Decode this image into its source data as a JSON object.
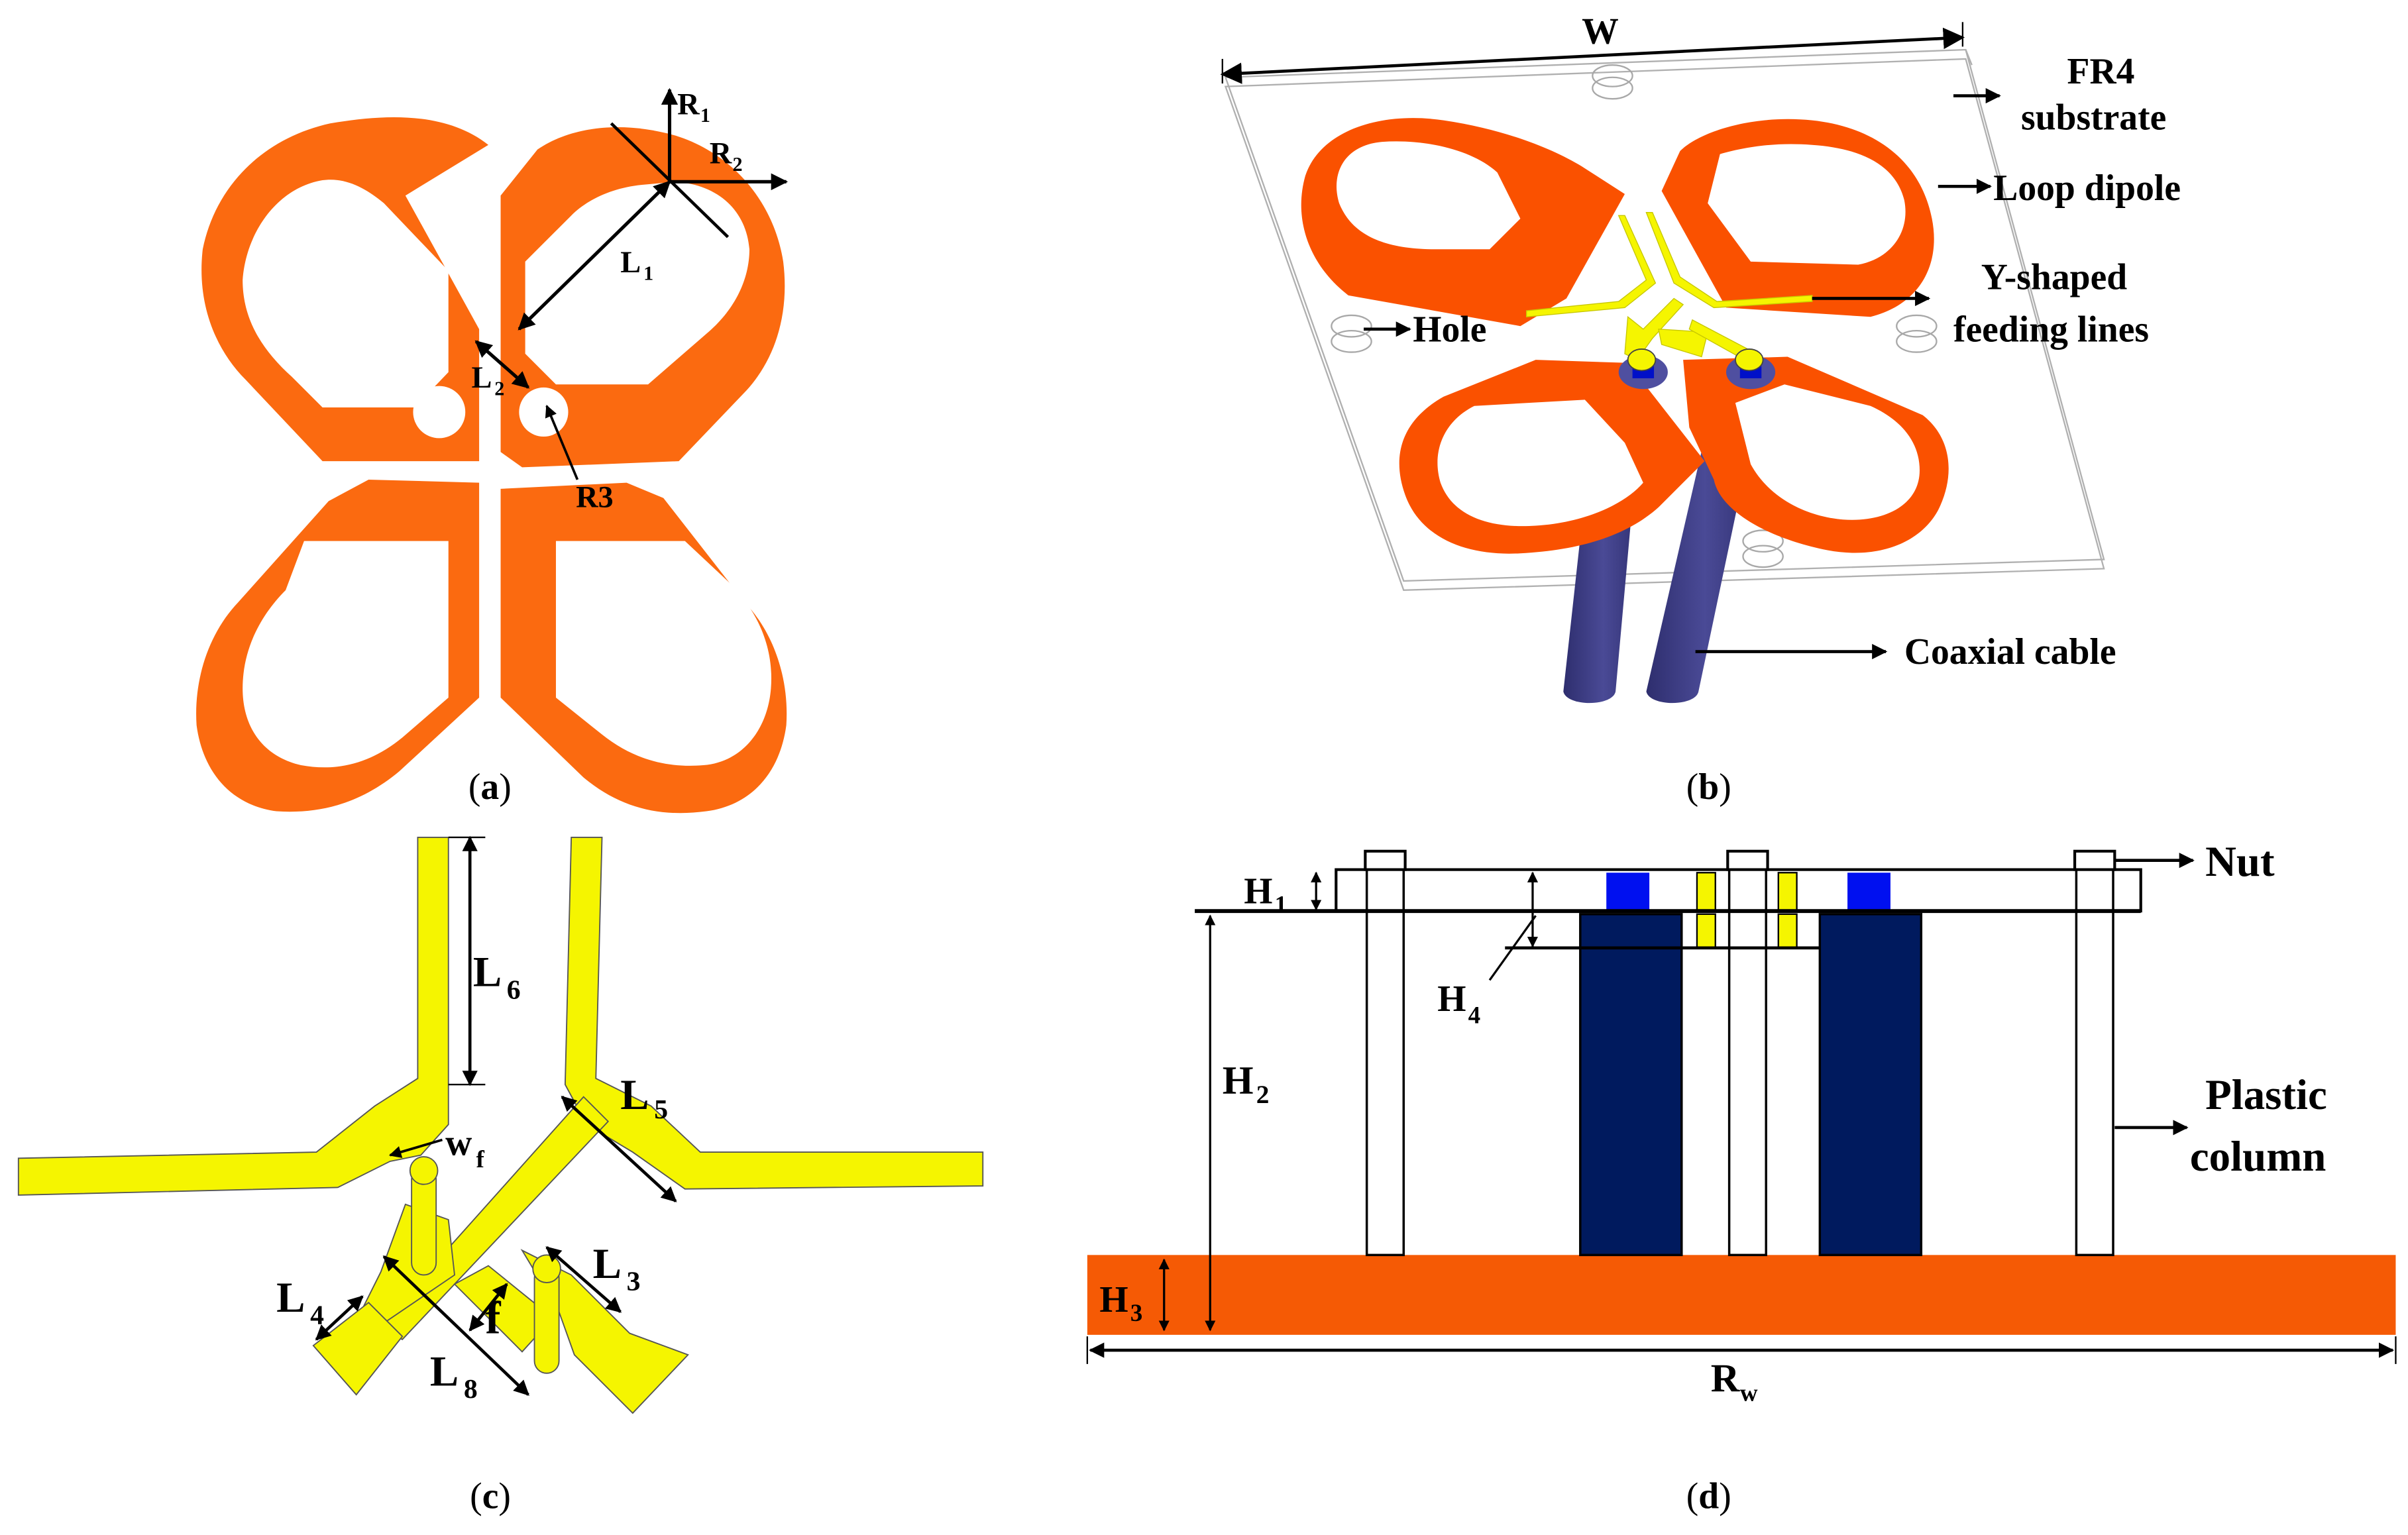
{
  "colors": {
    "loop_a": "#FB6A10",
    "loop_b": "#FA5100",
    "feed": "#F5F500",
    "coax_dark": "#3C3C82",
    "coax_navy": "#001A5E",
    "pin_blue": "#0010F0",
    "ground": "#F55A05",
    "substrate_edge": "#B0B0B0"
  },
  "panels": {
    "a": {
      "caption_open": "(",
      "caption_letter": "a",
      "caption_close": ")",
      "labels": {
        "R1": "R",
        "R1_sub": "1",
        "R2": "R",
        "R2_sub": "2",
        "L1": "L",
        "L1_sub": "1",
        "L2": "L",
        "L2_sub": "2",
        "R3": "R3"
      }
    },
    "b": {
      "caption_open": "(",
      "caption_letter": "b",
      "caption_close": ")",
      "labels": {
        "W": "W",
        "fr4_line1": "FR4",
        "fr4_line2": "substrate",
        "loop_dipole": "Loop dipole",
        "yfeed_line1": "Y-shaped",
        "yfeed_line2": "feeding lines",
        "hole": "Hole",
        "coax": "Coaxial cable"
      }
    },
    "c": {
      "caption_open": "(",
      "caption_letter": "c",
      "caption_close": ")",
      "labels": {
        "L6": "L",
        "L6_sub": "6",
        "L5": "L",
        "L5_sub": "5",
        "wf": "w",
        "wf_sub": "f",
        "L3": "L",
        "L3_sub": "3",
        "L4": "L",
        "L4_sub": "4",
        "f": "f",
        "L8": "L",
        "L8_sub": "8"
      }
    },
    "d": {
      "caption_open": "(",
      "caption_letter": "d",
      "caption_close": ")",
      "labels": {
        "H1": "H",
        "H1_sub": "1",
        "H2": "H",
        "H2_sub": "2",
        "H3": "H",
        "H3_sub": "3",
        "H4": "H",
        "H4_sub": "4",
        "nut": "Nut",
        "plastic_line1": "Plastic",
        "plastic_line2": "column",
        "Rw": "R",
        "Rw_sub": "w"
      }
    }
  }
}
